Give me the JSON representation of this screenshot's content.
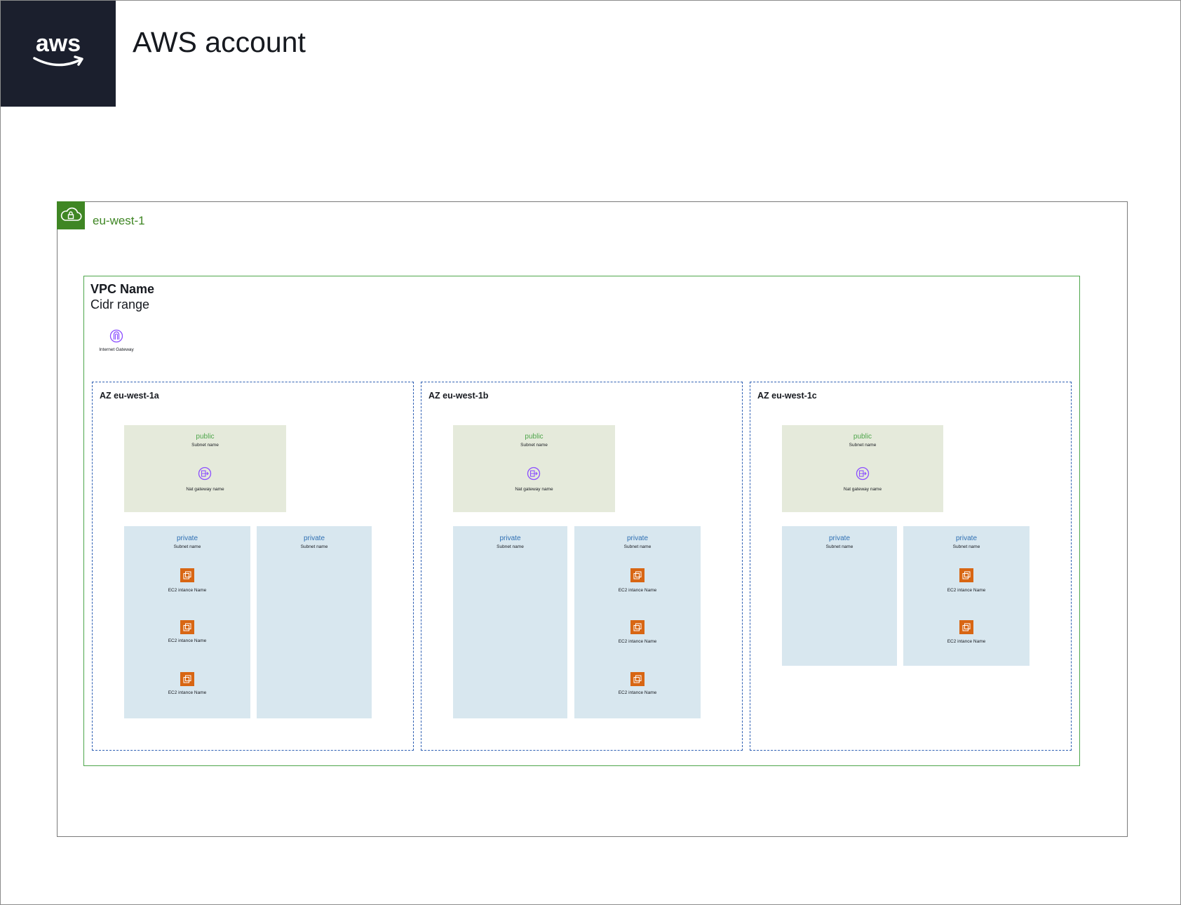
{
  "account": {
    "title": "AWS account",
    "logo_text": "aws",
    "logo_color": "#1b1f2d"
  },
  "region": {
    "label": "eu-west-1",
    "icon": "region-cloud-lock-icon",
    "color": "#3f8624"
  },
  "vpc": {
    "name": "VPC Name",
    "cidr": "Cidr range",
    "border_color": "#4ea64b",
    "internet_gateway": {
      "label": "Internet Gateway",
      "icon": "internet-gateway-icon"
    }
  },
  "colors": {
    "az_border": "#2e5fb3",
    "public_fill": "#e5eadb",
    "private_fill": "#d8e7ef",
    "public_text": "#4ea64b",
    "private_text": "#2e6fb3",
    "ec2_icon": "#d86613",
    "gateway_icon": "#8c4fff"
  },
  "azs": [
    {
      "label": "AZ eu-west-1a",
      "public_subnet": {
        "tier": "public",
        "name": "Subnet name",
        "nat_gateway": "Nat gateway name"
      },
      "private_subnets": [
        {
          "tier": "private",
          "name": "Subnet name",
          "instances": [
            "EC2 intance Name",
            "EC2 intance Name",
            "EC2 intance Name"
          ]
        },
        {
          "tier": "private",
          "name": "Subnet name",
          "instances": []
        }
      ]
    },
    {
      "label": "AZ eu-west-1b",
      "public_subnet": {
        "tier": "public",
        "name": "Subnet name",
        "nat_gateway": "Nat gateway name"
      },
      "private_subnets": [
        {
          "tier": "private",
          "name": "Subnet name",
          "instances": []
        },
        {
          "tier": "private",
          "name": "Subnet name",
          "instances": [
            "EC2 intance Name",
            "EC2 intance Name",
            "EC2 intance Name"
          ]
        }
      ]
    },
    {
      "label": "AZ eu-west-1c",
      "public_subnet": {
        "tier": "public",
        "name": "Subnet name",
        "nat_gateway": "Nat gateway name"
      },
      "private_subnets": [
        {
          "tier": "private",
          "name": "Subnet name",
          "instances": []
        },
        {
          "tier": "private",
          "name": "Subnet name",
          "instances": [
            "EC2 intance Name",
            "EC2 intance Name"
          ]
        }
      ]
    }
  ]
}
